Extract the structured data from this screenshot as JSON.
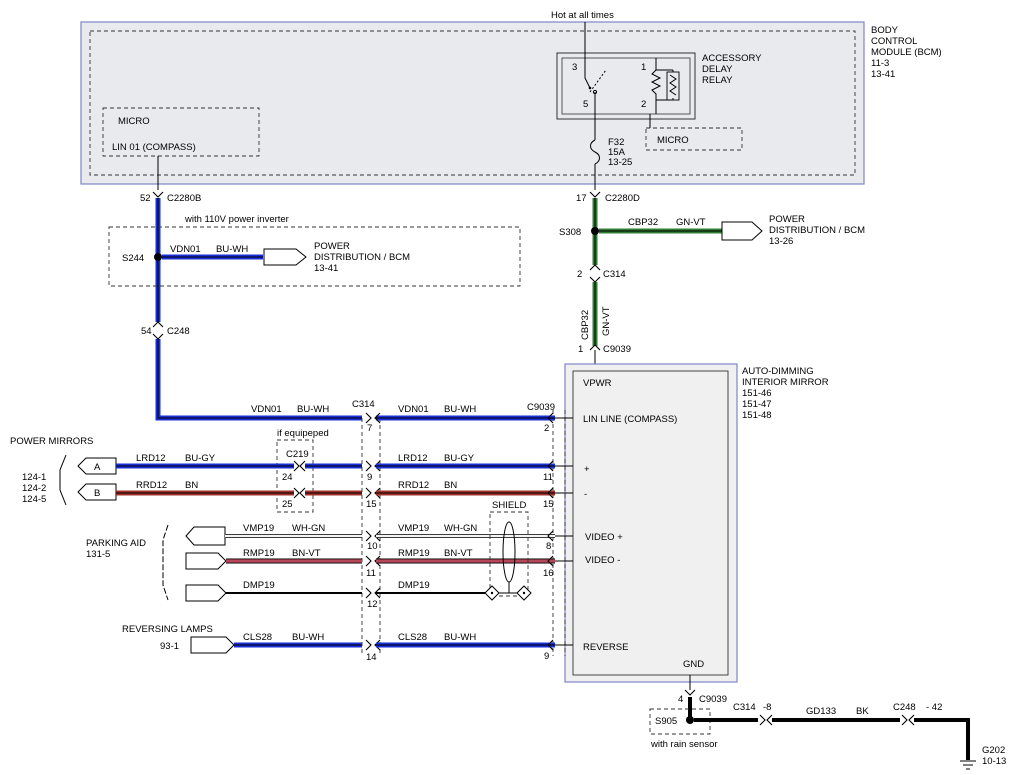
{
  "bcm": {
    "title_lines": [
      "BODY",
      "CONTROL",
      "MODULE (BCM)",
      "11-3",
      "13-41"
    ],
    "hot_label": "Hot at all times",
    "relay_lines": [
      "ACCESSORY",
      "DELAY",
      "RELAY"
    ],
    "relay_pins": [
      "3",
      "1",
      "5",
      "2"
    ],
    "micro_right": "MICRO",
    "micro_left": "MICRO",
    "lin_compass": "LIN 01 (COMPASS)",
    "fuse_lines": [
      "F32",
      "15A",
      "13-25"
    ]
  },
  "connectors": {
    "c2280b_pin": "52",
    "c2280b": "C2280B",
    "c2280d_pin": "17",
    "c2280d": "C2280D",
    "c248_pin": "54",
    "c248": "C248",
    "c314_top_pin": "2",
    "c314_top": "C314",
    "c9039_top_pin": "1",
    "c9039_top": "C9039",
    "c314_mid": "C314",
    "c9039_mid": "C9039",
    "c219": "C219"
  },
  "inverter": {
    "note": "with 110V power inverter",
    "splice": "S244",
    "wire": "VDN01",
    "color": "BU-WH",
    "dest_lines": [
      "POWER",
      "DISTRIBUTION / BCM",
      "13-41"
    ]
  },
  "s308": {
    "splice": "S308",
    "wire": "CBP32",
    "color": "GN-VT",
    "dest_lines": [
      "POWER",
      "DISTRIBUTION / BCM",
      "13-26"
    ],
    "vert_wire": "CBP32",
    "vert_color": "GN-VT"
  },
  "mirror": {
    "title_lines": [
      "AUTO-DIMMING",
      "INTERIOR MIRROR",
      "151-46",
      "151-47",
      "151-48"
    ],
    "vpwr": "VPWR",
    "lin": "LIN LINE (COMPASS)",
    "plus": "+",
    "minus": "-",
    "video_plus": "VIDEO +",
    "video_minus": "VIDEO -",
    "reverse": "REVERSE",
    "gnd": "GND"
  },
  "rows": [
    {
      "left_wire": "VDN01",
      "left_color": "BU-WH",
      "c314_pin": "7",
      "right_wire": "VDN01",
      "right_color": "BU-WH",
      "mirror_pin": "2"
    },
    {
      "left_wire": "LRD12",
      "left_color": "BU-GY",
      "c219_pin": "24",
      "c314_pin": "9",
      "right_wire": "LRD12",
      "right_color": "BU-GY",
      "mirror_pin": "11"
    },
    {
      "left_wire": "RRD12",
      "left_color": "BN",
      "c219_pin": "25",
      "c314_pin": "15",
      "right_wire": "RRD12",
      "right_color": "BN",
      "mirror_pin": "15"
    },
    {
      "left_wire": "VMP19",
      "left_color": "WH-GN",
      "c314_pin": "10",
      "right_wire": "VMP19",
      "right_color": "WH-GN",
      "mirror_pin": "8"
    },
    {
      "left_wire": "RMP19",
      "left_color": "BN-VT",
      "c314_pin": "11",
      "right_wire": "RMP19",
      "right_color": "BN-VT",
      "mirror_pin": "16"
    },
    {
      "left_wire": "DMP19",
      "left_color": "",
      "c314_pin": "12",
      "right_wire": "DMP19",
      "right_color": "",
      "mirror_pin": ""
    },
    {
      "left_wire": "CLS28",
      "left_color": "BU-WH",
      "c314_pin": "14",
      "right_wire": "CLS28",
      "right_color": "BU-WH",
      "mirror_pin": "9"
    }
  ],
  "left_labels": {
    "power_mirrors": "POWER MIRRORS",
    "pm_refs": [
      "124-1",
      "124-2",
      "124-5"
    ],
    "pm_a": "A",
    "pm_b": "B",
    "if_equipped": "if equipeped",
    "parking_aid": "PARKING AID",
    "parking_ref": "131-5",
    "shield": "SHIELD",
    "reversing": "REVERSING LAMPS",
    "reversing_ref": "93-1"
  },
  "ground": {
    "c9039_pin": "4",
    "c9039": "C9039",
    "splice": "S905",
    "rain": "with rain sensor",
    "c314": "C314",
    "c314_pin": "-8",
    "wire": "GD133",
    "color": "BK",
    "c248": "C248",
    "c248_pin": "- 42",
    "g202": "G202",
    "g202_ref": "10-13"
  },
  "colors": {
    "blue": "#1a2fd6",
    "brown": "#a0302a",
    "green": "#2e7d32",
    "box_border": "#7f86c9",
    "box_fill": "#e9eaee",
    "mirror_fill": "#f0f0f0"
  }
}
